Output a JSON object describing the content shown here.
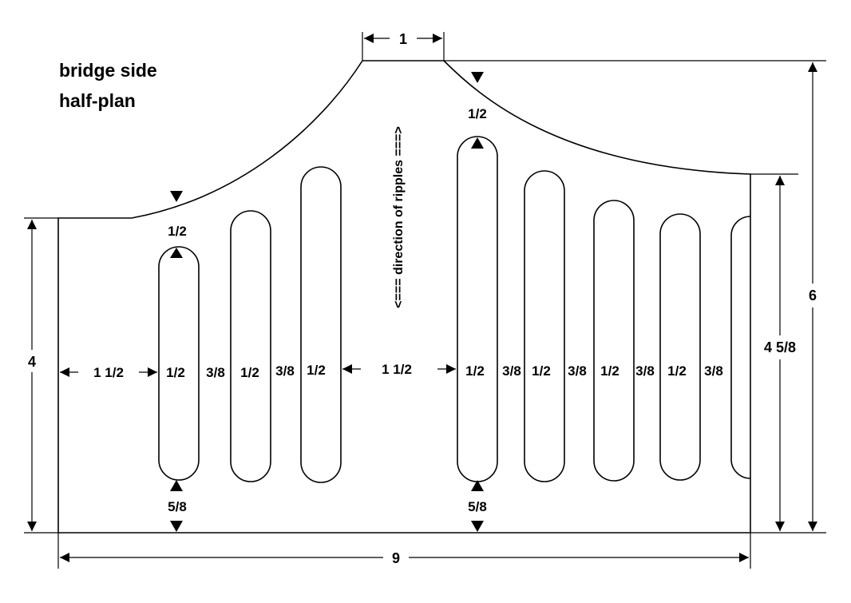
{
  "title": {
    "line1": "bridge side",
    "line2": "half-plan"
  },
  "annotation": {
    "ripples": "<=== direction of ripples ===>"
  },
  "dimensions": {
    "top_width": "1",
    "overall_width": "9",
    "left_height": "4",
    "right_height": "6",
    "right_inner_height": "4 5/8",
    "left_margin": "1 1/2",
    "center_gap": "1 1/2",
    "top_clear_left": "1/2",
    "top_clear_right": "1/2",
    "bottom_clear_left": "5/8",
    "bottom_clear_right": "5/8",
    "slot_width": "1/2",
    "slot_gap": "3/8"
  },
  "colors": {
    "ink": "#000000",
    "paper": "#ffffff"
  }
}
